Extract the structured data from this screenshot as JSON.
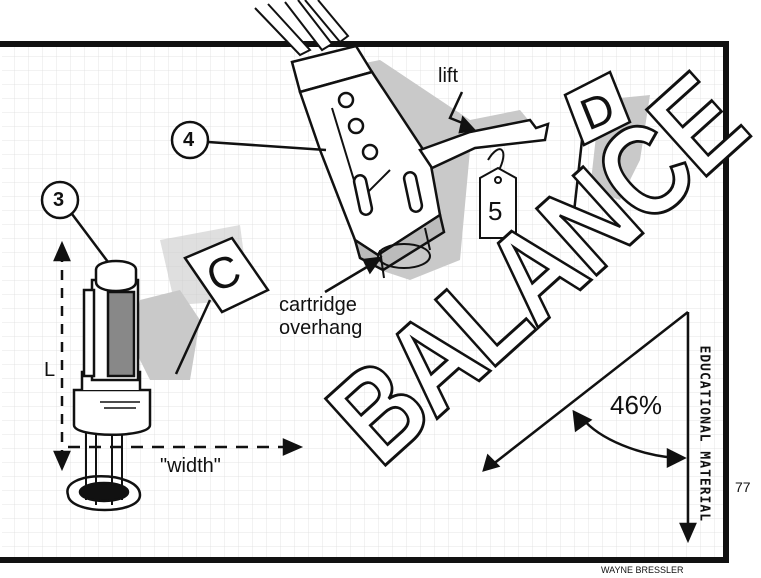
{
  "illustration": {
    "title": "BALANCE",
    "labels": {
      "lift": "lift",
      "cartridge_overhang_line1": "cartridge",
      "cartridge_overhang_line2": "overhang",
      "width": "\"width\"",
      "length": "L",
      "angle_percent": "46%"
    },
    "markers": {
      "callout_3": "3",
      "callout_4": "4",
      "tag_5": "5",
      "sign_c": "C",
      "sign_d": "D"
    },
    "side_text": "EDUCATIONAL MATERIAL"
  },
  "page": {
    "number": "77",
    "credit": "WAYNE BRESSLER"
  },
  "colors": {
    "ink": "#111111",
    "shadow": "#c9c9c9",
    "grid": "#d6d6d6",
    "paper": "#ffffff"
  }
}
